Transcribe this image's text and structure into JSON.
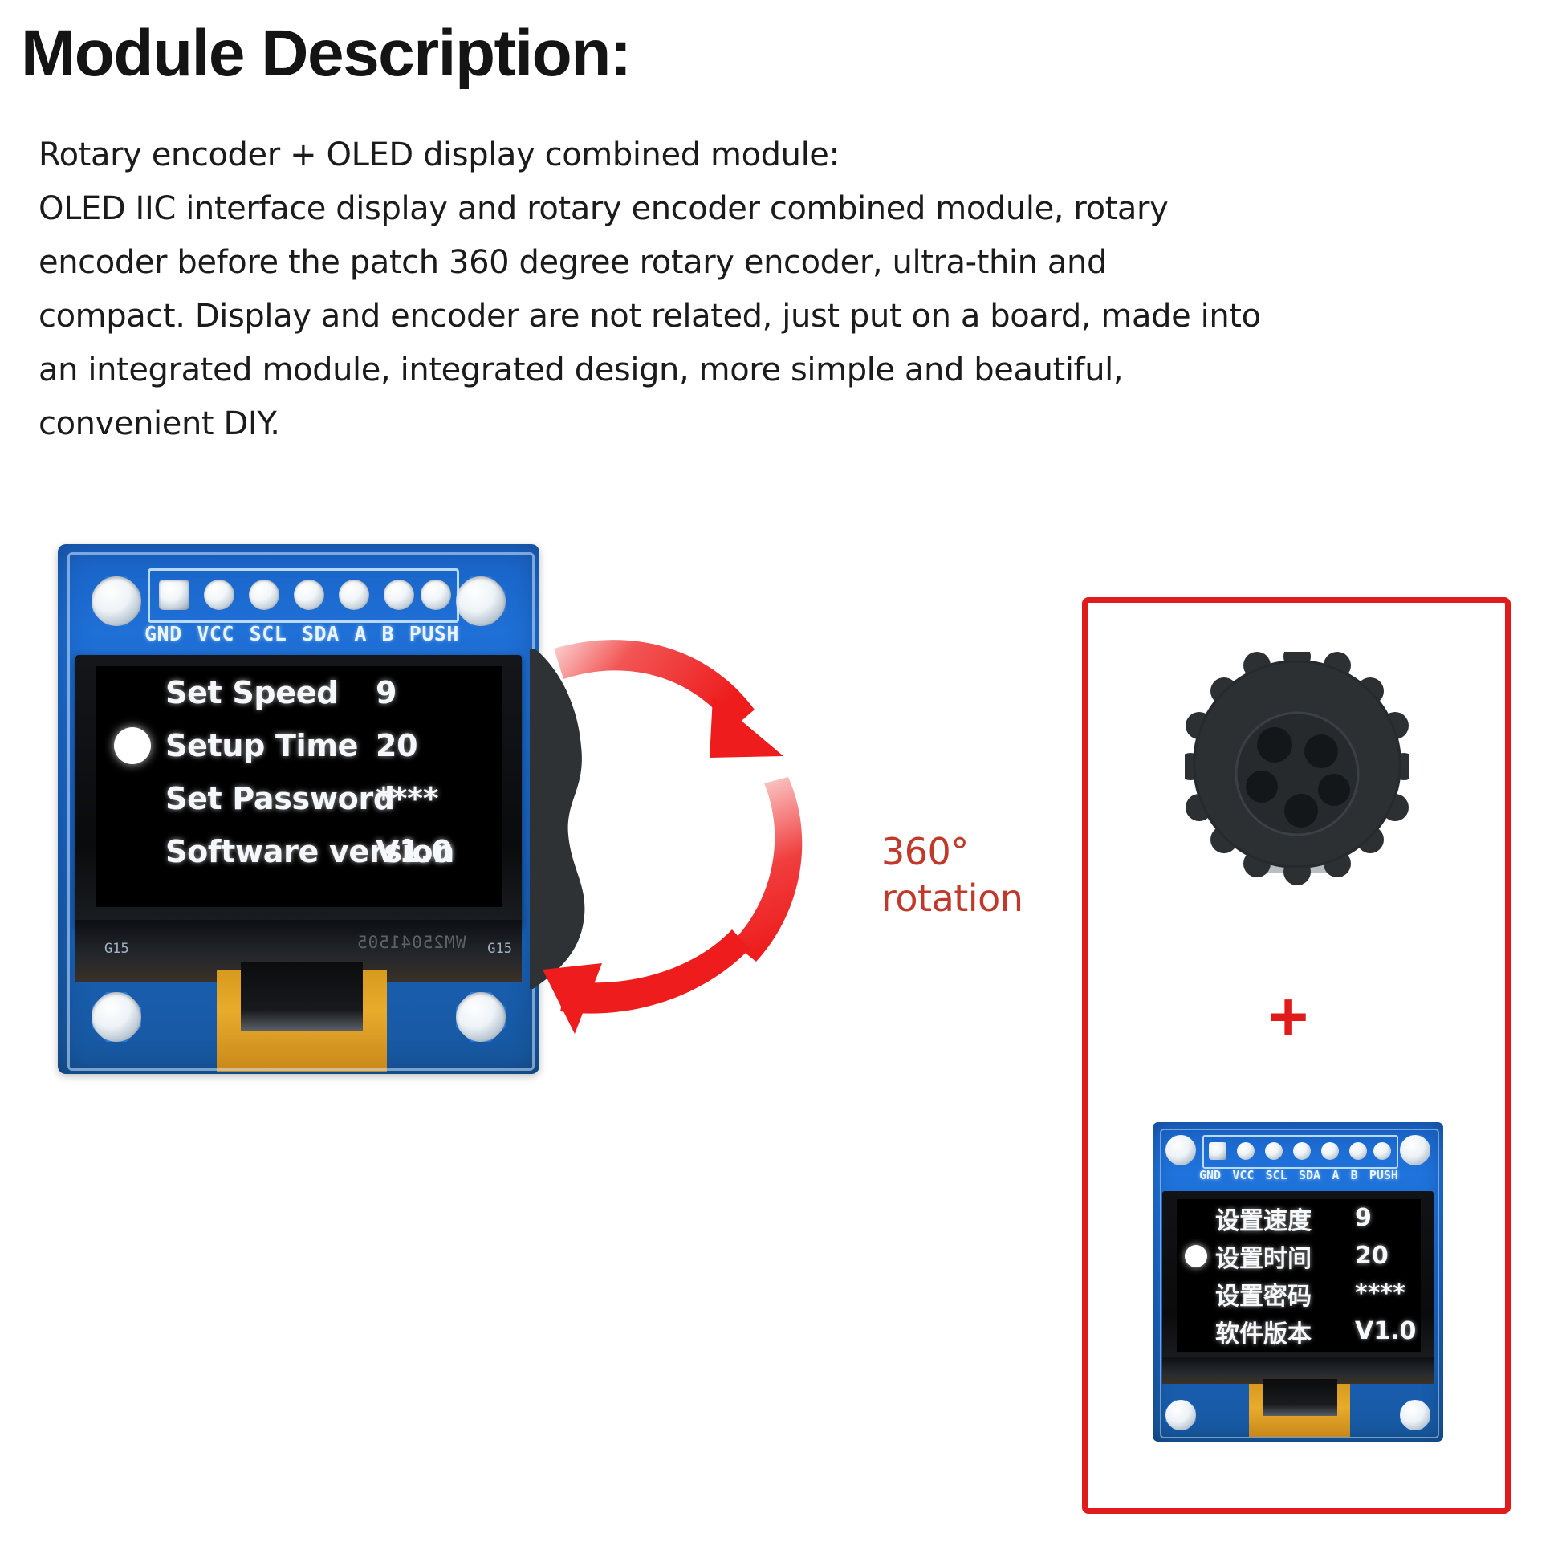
{
  "title": "Module Description:",
  "description": {
    "lines": [
      "Rotary encoder + OLED display combined module:",
      "OLED IIC interface display and rotary encoder combined module, rotary",
      "encoder before the patch 360 degree rotary encoder, ultra-thin and",
      "compact. Display and encoder are not related, just put on a board, made into",
      "an integrated module, integrated design, more simple and beautiful,",
      "convenient DIY."
    ]
  },
  "main_board": {
    "pin_labels": [
      "GND",
      "VCC",
      "SCL",
      "SDA",
      "A",
      "B",
      "PUSH"
    ],
    "silkscreen_left": "G15",
    "silkscreen_right": "G15",
    "glass_marking": "WM25041505",
    "oled_menu": [
      {
        "label": "Set Speed",
        "value": "9",
        "selected": false
      },
      {
        "label": "Setup Time",
        "value": "20",
        "selected": true
      },
      {
        "label": "Set Password",
        "value": "****",
        "selected": false
      },
      {
        "label": "Software version",
        "value": "V1.0",
        "selected": false
      }
    ]
  },
  "rotation": {
    "degrees_label": "360°",
    "word_label": "rotation",
    "color": "#c0392b",
    "arrow_color": "#ee1c1c"
  },
  "right_panel": {
    "frame_color": "#e01b1b",
    "plus_label": "+",
    "knob_name": "rotary-encoder-knob",
    "small_board": {
      "pin_labels": [
        "GND",
        "VCC",
        "SCL",
        "SDA",
        "A",
        "B",
        "PUSH"
      ],
      "oled_menu": [
        {
          "label": "设置速度",
          "value": "9",
          "selected": false
        },
        {
          "label": "设置时间",
          "value": "20",
          "selected": true
        },
        {
          "label": "设置密码",
          "value": "****",
          "selected": false
        },
        {
          "label": "软件版本",
          "value": "V1.0",
          "selected": false
        }
      ]
    }
  },
  "colors": {
    "pcb_blue": "#1a64c8",
    "oled_black": "#000000",
    "accent_red": "#e01b1b",
    "text_dark": "#1b1b1b"
  }
}
